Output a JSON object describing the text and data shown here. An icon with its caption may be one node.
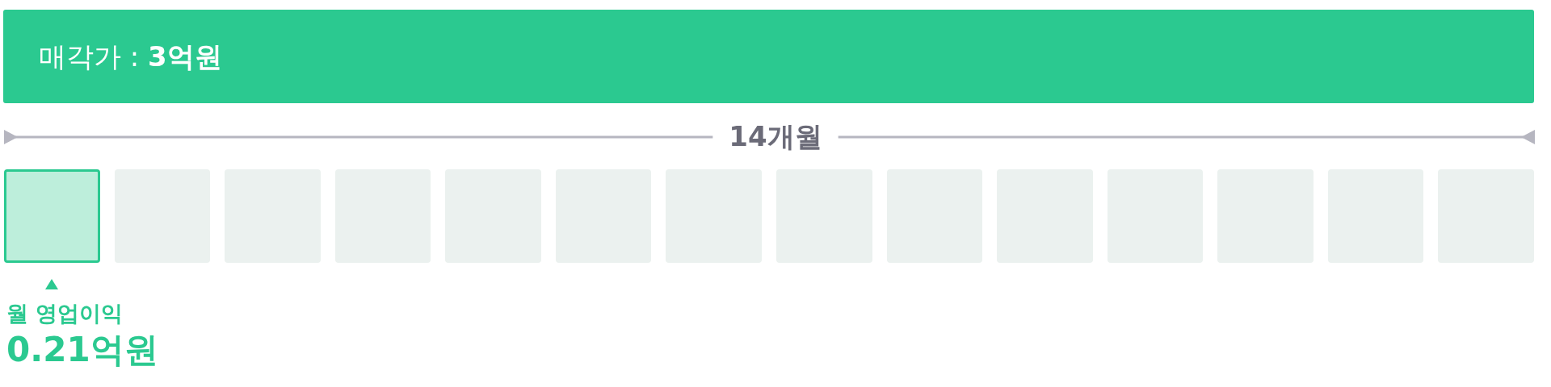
{
  "diagram": {
    "nodes": [
      {
        "text": [
          "매각가 : **3억원**"
        ]
      },
      {
        "text": [],
        "shape": "box",
        "beside": [
          "월 영업이익",
          "0.21억원"
        ]
      },
      {
        "text": [],
        "shape": "box"
      },
      {
        "text": [],
        "shape": "box"
      },
      {
        "text": [],
        "shape": "box"
      },
      {
        "text": [],
        "shape": "box"
      },
      {
        "text": [],
        "shape": "box"
      },
      {
        "text": [],
        "shape": "box"
      },
      {
        "text": [],
        "shape": "box"
      },
      {
        "text": [],
        "shape": "box"
      },
      {
        "text": [],
        "shape": "box"
      },
      {
        "text": [],
        "shape": "box"
      },
      {
        "text": [],
        "shape": "box"
      },
      {
        "text": [],
        "shape": "box"
      },
      {
        "text": [],
        "shape": "box"
      }
    ],
    "labels": [
      "14개월"
    ]
  }
}
